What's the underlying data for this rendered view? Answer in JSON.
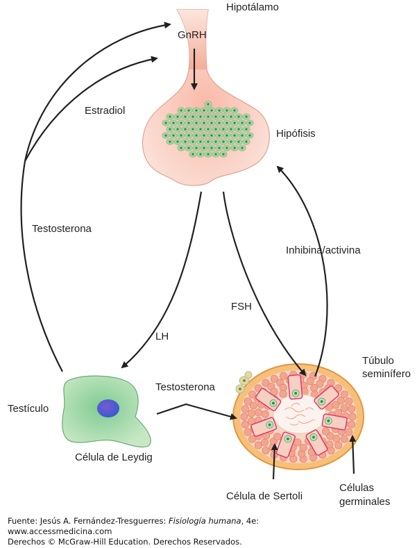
{
  "labels": {
    "hypothalamus": "Hipotálamo",
    "gnrh": "GnRH",
    "estradiol": "Estradiol",
    "pituitary": "Hipófisis",
    "testosterone_feedback": "Testosterona",
    "inhibin": "Inhibina/activina",
    "fsh": "FSH",
    "lh": "LH",
    "testis": "Testículo",
    "leydig_cell": "Célula de Leydig",
    "testosterone_local": "Testosterona",
    "tubule_line1": "Túbulo",
    "tubule_line2": "seminífero",
    "sertoli_cell": "Célula de Sertoli",
    "germ_line1": "Células",
    "germ_line2": "germinales"
  },
  "credit": {
    "prefix": "Fuente: Jesús A. Fernández-Tresguerres: ",
    "book": "Fisiología humana",
    "suffix": ", 4e:",
    "line2": "www.accessmedicina.com",
    "line3": "Derechos © McGraw-Hill Education. Derechos Reservados."
  },
  "colors": {
    "arrow": "#231f20",
    "pituitary_fill": "#f6c3b4",
    "pituitary_stroke": "#d98b7a",
    "cell_fill": "#a8d5a0",
    "cell_nucleus": "#2e8b57",
    "leydig_fill": "#6cc08a",
    "leydig_nucleus": "#4a56c8",
    "tubule_outer": "#f2b36a",
    "tubule_cell": "#f1a690",
    "sertoli_stroke": "#e0306a"
  }
}
